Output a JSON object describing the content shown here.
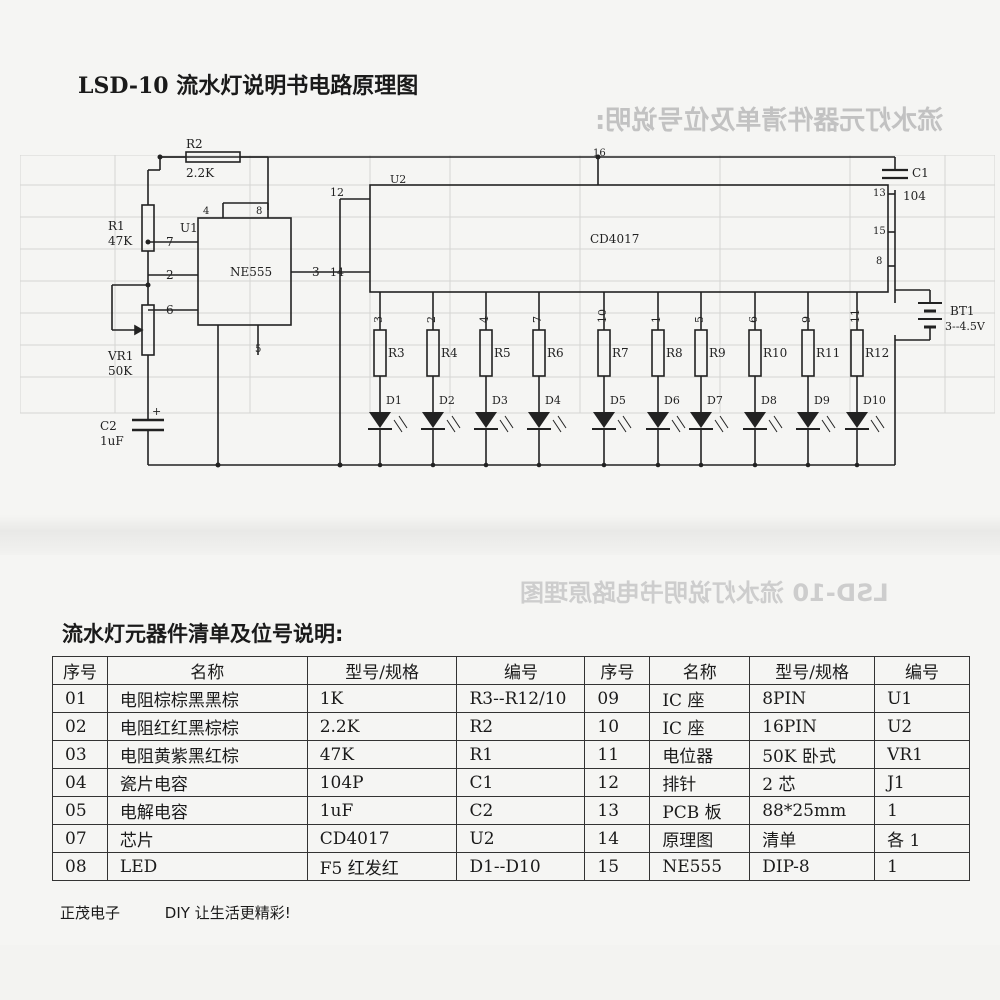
{
  "schematic": {
    "title": "LSD-10 流水灯说明书电路原理图",
    "components": {
      "R2": {
        "ref": "R2",
        "value": "2.2K"
      },
      "R1": {
        "ref": "R1",
        "value": "47K"
      },
      "U1": {
        "ref": "U1",
        "part": "NE555"
      },
      "VR1": {
        "ref": "VR1",
        "value": "50K"
      },
      "C2": {
        "ref": "C2",
        "value": "1uF"
      },
      "U2": {
        "ref": "U2",
        "part": "CD4017"
      },
      "C1": {
        "ref": "C1",
        "value": "104"
      },
      "BT1": {
        "ref": "BT1",
        "value": "3--4.5V"
      }
    },
    "ne555_pins": [
      "4",
      "8",
      "7",
      "2",
      "6",
      "3",
      "5"
    ],
    "cd4017_pins": [
      "12",
      "16",
      "14",
      "13",
      "15",
      "8"
    ],
    "outputs": [
      {
        "pin": "3",
        "resistor": "R3",
        "led": "D1"
      },
      {
        "pin": "2",
        "resistor": "R4",
        "led": "D2"
      },
      {
        "pin": "4",
        "resistor": "R5",
        "led": "D3"
      },
      {
        "pin": "7",
        "resistor": "R6",
        "led": "D4"
      },
      {
        "pin": "10",
        "resistor": "R7",
        "led": "D5"
      },
      {
        "pin": "1",
        "resistor": "R8",
        "led": "D6"
      },
      {
        "pin": "5",
        "resistor": "R9",
        "led": "D7"
      },
      {
        "pin": "6",
        "resistor": "R10",
        "led": "D8"
      },
      {
        "pin": "9",
        "resistor": "R11",
        "led": "D9"
      },
      {
        "pin": "11",
        "resistor": "R12",
        "led": "D10"
      }
    ]
  },
  "bom": {
    "title": "流水灯元器件清单及位号说明:",
    "headers": [
      "序号",
      "名称",
      "型号/规格",
      "编号",
      "序号",
      "名称",
      "型号/规格",
      "编号"
    ],
    "rows": [
      [
        "01",
        "电阻棕棕黑黑棕",
        "1K",
        "R3--R12/10",
        "09",
        "IC 座",
        "8PIN",
        "U1"
      ],
      [
        "02",
        "电阻红红黑棕棕",
        "2.2K",
        "R2",
        "10",
        "IC 座",
        "16PIN",
        "U2"
      ],
      [
        "03",
        "电阻黄紫黑红棕",
        "47K",
        "R1",
        "11",
        "电位器",
        "50K 卧式",
        "VR1"
      ],
      [
        "04",
        "瓷片电容",
        "104P",
        "C1",
        "12",
        "排针",
        "2 芯",
        "J1"
      ],
      [
        "05",
        "电解电容",
        "1uF",
        "C2",
        "13",
        "PCB 板",
        "88*25mm",
        "1"
      ],
      [
        "07",
        "芯片",
        "CD4017",
        "U2",
        "14",
        "原理图",
        "清单",
        "各 1"
      ],
      [
        "08",
        "LED",
        "F5 红发红",
        "D1--D10",
        "15",
        "NE555",
        "DIP-8",
        "1"
      ]
    ]
  },
  "footer": {
    "brand": "正茂电子",
    "slogan": "DIY 让生活更精彩!"
  },
  "bleed_through": {
    "title_top": "流水灯元器件清单及位号说明:",
    "title_mid": "LSD-10 流水灯说明书电路原理图"
  },
  "colors": {
    "ink": "#1a1a1a",
    "paper": "#f5f5f3",
    "ghost": "#c8c8c8"
  }
}
